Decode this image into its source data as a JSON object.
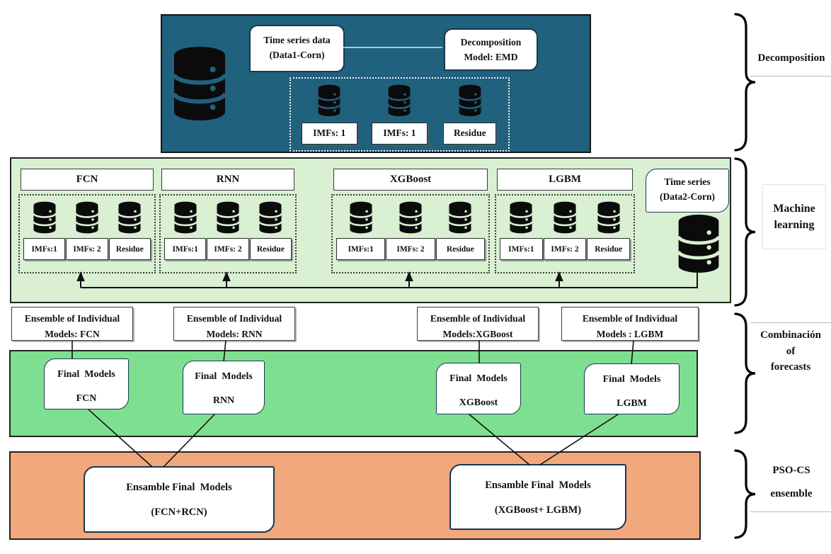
{
  "colors": {
    "decomposition_bg": "#20617E",
    "machine_learning_bg": "#D9F0D3",
    "combination_bg": "#7EDF90",
    "pso_bg": "#F2A87D",
    "database_icon": "#0B0B0B"
  },
  "decomposition": {
    "section_label": "Decomposition",
    "source": {
      "line1": "Time series data",
      "line2": "(Data1-Corn)"
    },
    "model": {
      "line1": "Decomposition",
      "line2": "Model: EMD"
    },
    "outputs": [
      "IMFs: 1",
      "IMFs: 1",
      "Residue"
    ]
  },
  "ml": {
    "section_label": {
      "line1": "Machine",
      "line2": "learning"
    },
    "groups": [
      {
        "name": "FCN",
        "outputs": [
          "IMFs:1",
          "IMFs: 2",
          "Residue"
        ]
      },
      {
        "name": "RNN",
        "outputs": [
          "IMFs:1",
          "IMFs: 2",
          "Residue"
        ]
      },
      {
        "name": "XGBoost",
        "outputs": [
          "IMFs:1",
          "IMFs: 2",
          "Residue"
        ]
      },
      {
        "name": "LGBM",
        "outputs": [
          "IMFs:1",
          "IMFs: 2",
          "Residue"
        ]
      }
    ],
    "source": {
      "line1": "Time series",
      "line2": "(Data2-Corn)"
    }
  },
  "combination": {
    "section_label": {
      "line1": "Combinación",
      "line2": "of",
      "line3": "forecasts"
    },
    "ensembles": [
      {
        "line1": "Ensemble of Individual",
        "line2": "Models: FCN"
      },
      {
        "line1": "Ensemble of Individual",
        "line2": "Models: RNN"
      },
      {
        "line1": "Ensemble of Individual",
        "line2": "Models:XGBoost"
      },
      {
        "line1": "Ensemble of Individual",
        "line2": "Models : LGBM"
      }
    ],
    "finals": [
      {
        "line1": "Final  Models",
        "line2": "FCN"
      },
      {
        "line1": "Final  Models",
        "line2": "RNN"
      },
      {
        "line1": "Final  Models",
        "line2": "XGBoost"
      },
      {
        "line1": "Final  Models",
        "line2": "LGBM"
      }
    ]
  },
  "pso": {
    "section_label": {
      "line1": "PSO-CS",
      "line2": "ensemble"
    },
    "boxes": [
      {
        "line1": "Ensamble Final  Models",
        "line2": "(FCN+RCN)"
      },
      {
        "line1": "Ensamble Final  Models",
        "line2": "(XGBoost+ LGBM)"
      }
    ]
  }
}
